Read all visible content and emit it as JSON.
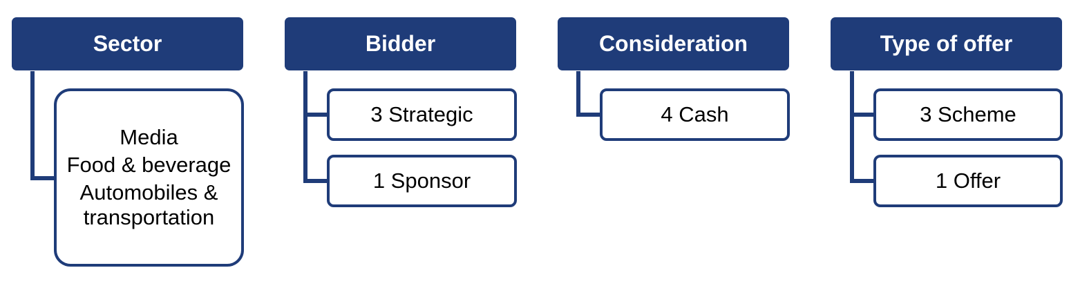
{
  "columns": [
    {
      "id": "sector",
      "header": "Sector",
      "items": [
        "Media",
        "Food & beverage",
        "Automobiles & transportation"
      ],
      "combined": true
    },
    {
      "id": "bidder",
      "header": "Bidder",
      "items": [
        "3 Strategic",
        "1 Sponsor"
      ]
    },
    {
      "id": "consideration",
      "header": "Consideration",
      "items": [
        "4 Cash"
      ]
    },
    {
      "id": "type-of-offer",
      "header": "Type of offer",
      "items": [
        "3 Scheme",
        "1 Offer"
      ]
    }
  ],
  "colors": {
    "header_bg": "#1f3c79",
    "header_text": "#ffffff",
    "box_border": "#1f3c79",
    "connector": "#1f3c79"
  }
}
